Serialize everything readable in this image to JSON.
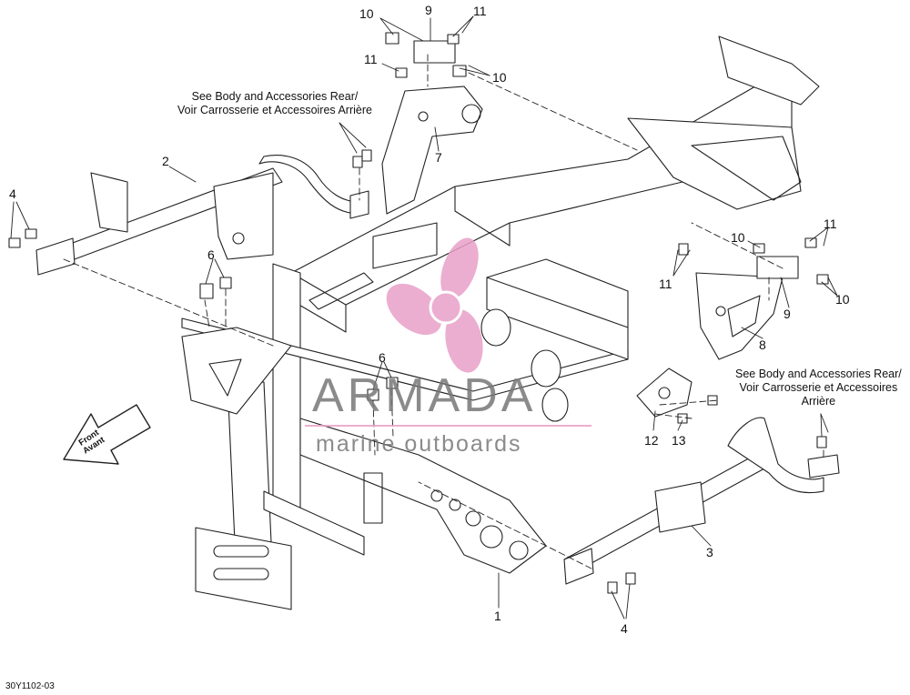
{
  "callouts": {
    "c1": "1",
    "c2": "2",
    "c3": "3",
    "c4a": "4",
    "c4b": "4",
    "c6a": "6",
    "c6b": "6",
    "c7": "7",
    "c8": "8",
    "c9a": "9",
    "c9b": "9",
    "c10a": "10",
    "c10b": "10",
    "c10c": "10",
    "c10d": "10",
    "c11a": "11",
    "c11b": "11",
    "c11c": "11",
    "c11d": "11",
    "c12": "12",
    "c13": "13"
  },
  "notes": {
    "left_line1": "See Body and Accessories Rear/",
    "left_line2": "Voir Carrosserie et Accessoires Arrière",
    "right_line1": "See Body and Accessories Rear/",
    "right_line2": "Voir Carrosserie et Accessoires",
    "right_line3": "Arrière"
  },
  "front_arrow": {
    "line1": "Front",
    "line2": "Avant"
  },
  "watermark": {
    "title": "ARMADA",
    "subtitle": "marine outboards"
  },
  "drawing_code": "30Y1102-03",
  "colors": {
    "line": "#222222",
    "watermark_pink": "#e8a0c8",
    "watermark_text": "#777777"
  }
}
